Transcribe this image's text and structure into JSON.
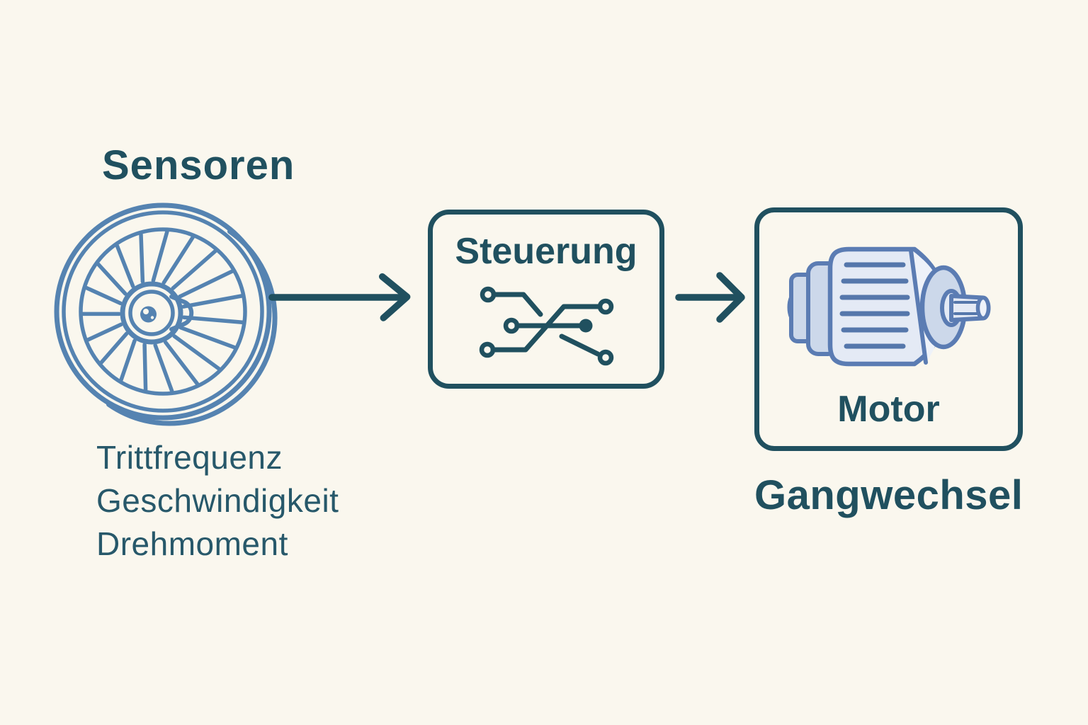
{
  "theme": {
    "bg": "#faf7ee",
    "ink": "#20505f",
    "ink_soft": "#27586a",
    "wheel": "#5583b1",
    "motor_outline": "#5b7cb3",
    "motor_fill_light": "#e4eaf5",
    "motor_fill_lighter": "#eef2f9",
    "motor_fill_mid": "#ccd8ea",
    "motor_fin": "#5577ab"
  },
  "diagram": {
    "sensors": {
      "title": "Sensoren",
      "icon": "bicycle-wheel-icon",
      "items": [
        "Trittfrequenz",
        "Geschwindigkeit",
        "Drehmoment"
      ]
    },
    "controller": {
      "label": "Steuerung",
      "icon": "circuit-traces-icon"
    },
    "motor": {
      "label": "Motor",
      "icon": "electric-motor-icon"
    },
    "output_caption": "Gangwechsel",
    "connections": [
      {
        "from": "sensors",
        "to": "controller",
        "icon": "arrow-right-icon"
      },
      {
        "from": "controller",
        "to": "motor",
        "icon": "arrow-right-icon"
      }
    ]
  }
}
